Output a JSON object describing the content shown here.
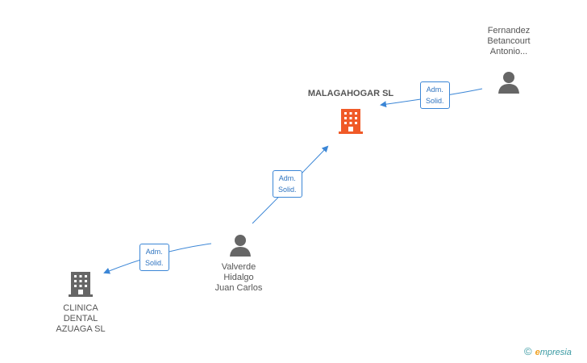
{
  "nodes": {
    "person_top": {
      "name": "Fernandez\nBetancourt\nAntonio..."
    },
    "company_main": {
      "name": "MALAGAHOGAR SL"
    },
    "person_mid": {
      "name": "Valverde\nHidalgo\nJuan Carlos"
    },
    "company_bottom": {
      "name": "CLINICA\nDENTAL\nAZUAGA SL"
    }
  },
  "edges": [
    {
      "line1": "Adm.",
      "line2": "Solid."
    },
    {
      "line1": "Adm.",
      "line2": "Solid."
    },
    {
      "line1": "Adm.",
      "line2": "Solid."
    }
  ],
  "brand": {
    "copyright": "©",
    "e": "e",
    "rest": "mpresia"
  },
  "colors": {
    "edge": "#3b86d6",
    "company_main": "#f05a28",
    "company_other": "#666666",
    "person": "#666666"
  }
}
